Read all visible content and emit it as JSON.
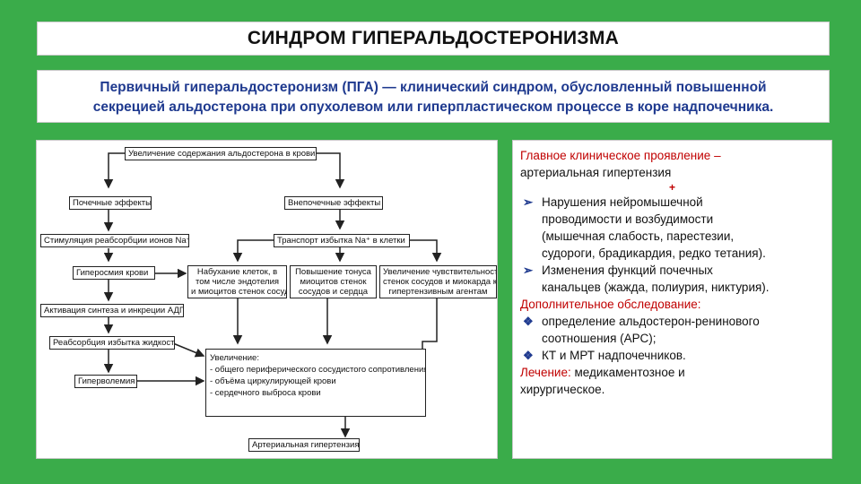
{
  "title": "СИНДРОМ ГИПЕРАЛЬДОСТЕРОНИЗМА",
  "definition": {
    "line1": "Первичный гиперальдостеронизм (ПГА) — клинический синдром, обусловленный повышенной",
    "line2": "секрецией альдостерона при опухолевом или гиперпластическом процессе в коре надпочечника."
  },
  "diagram": {
    "top": "Увеличение содержания альдостерона в крови",
    "renal": "Почечные эффекты",
    "extrarenal": "Внепочечные эффекты",
    "stim": "Стимуляция реабсорбции ионов Na⁺",
    "transport": "Транспорт избытка Na⁺ в клетки",
    "hyperosmia": "Гиперосмия крови",
    "swelling": [
      "Набухание клеток, в",
      "том числе эндотелия",
      "и миоцитов стенок сосудов"
    ],
    "tone": [
      "Повышение тонуса",
      "миоцитов стенок",
      "сосудов и сердца"
    ],
    "sensitivity": [
      "Увеличение чувствительности",
      "стенок сосудов и миокарда к",
      "гипертензивным агентам"
    ],
    "adh": "Активация синтеза и инкреции АДГ",
    "reabs": "Реабсорбция избытка жидкости",
    "increase": [
      "Увеличение:",
      "- общего периферического сосудистого сопротивления",
      "- объёма циркулирующей крови",
      "- сердечного выброса крови"
    ],
    "hypervolemia": "Гиперволемия",
    "hypertension": "Артериальная гипертензия"
  },
  "info": {
    "main_label": "Главное клиническое проявление",
    "main_dash": " –",
    "main_value": "артериальная гипертензия",
    "plus": "+",
    "b1": [
      "Нарушения нейромышечной",
      "проводимости и возбудимости",
      "(мышечная слабость, парестезии,",
      "судороги, брадикардия, редко тетания)."
    ],
    "b2": [
      "Изменения функций почечных",
      "канальцев (жажда, полиурия, никтурия)."
    ],
    "extra_label": "Дополнительное обследование:",
    "d1": [
      "определение альдостерон-ренинового",
      "соотношения (АРС);"
    ],
    "d2": "КТ и МРТ надпочечников.",
    "treat_label": "Лечение:",
    "treat_value": " медикаментозное и",
    "treat_value2": "хирургическое."
  }
}
